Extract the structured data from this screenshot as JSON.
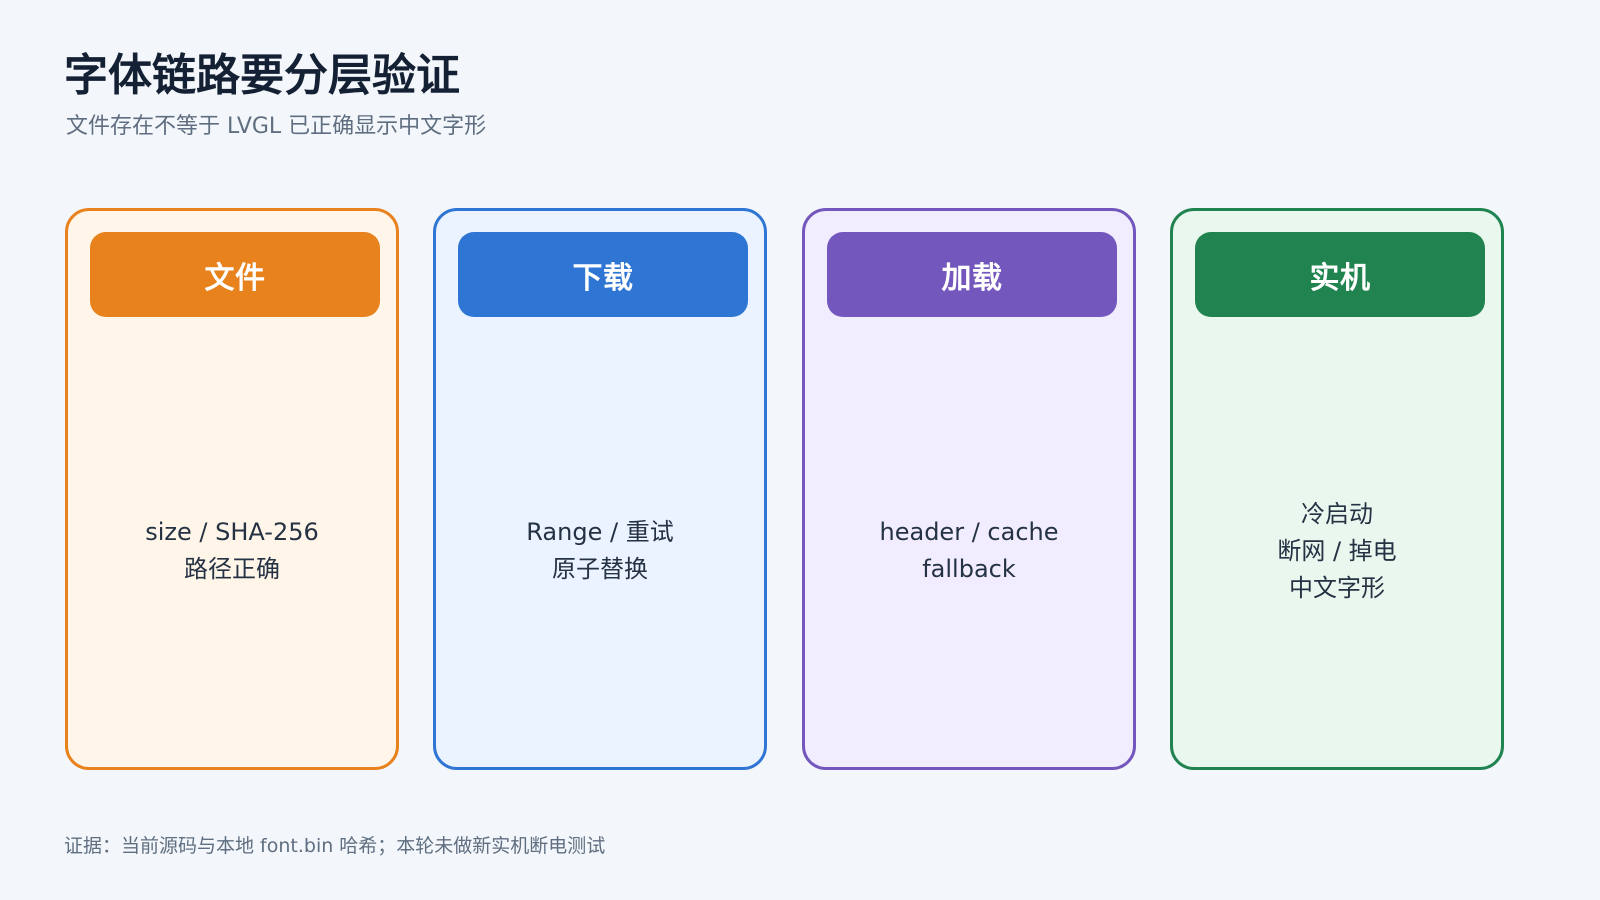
{
  "title": "字体链路要分层验证",
  "subtitle": "文件存在不等于 LVGL 已正确显示中文字形",
  "cards": [
    {
      "title": "文件",
      "lines": [
        "size / SHA-256",
        "路径正确"
      ],
      "accent": "#e8821c",
      "background": "#fff5e8"
    },
    {
      "title": "下载",
      "lines": [
        "Range / 重试",
        "原子替换"
      ],
      "accent": "#2f75d3",
      "background": "#eaf3ff"
    },
    {
      "title": "加载",
      "lines": [
        "header / cache",
        "fallback"
      ],
      "accent": "#7357bd",
      "background": "#f1edff"
    },
    {
      "title": "实机",
      "lines": [
        "冷启动",
        "断网 / 掉电",
        "中文字形"
      ],
      "accent": "#218450",
      "background": "#e9f7ee"
    }
  ],
  "footer": "证据：当前源码与本地 font.bin 哈希；本轮未做新实机断电测试"
}
